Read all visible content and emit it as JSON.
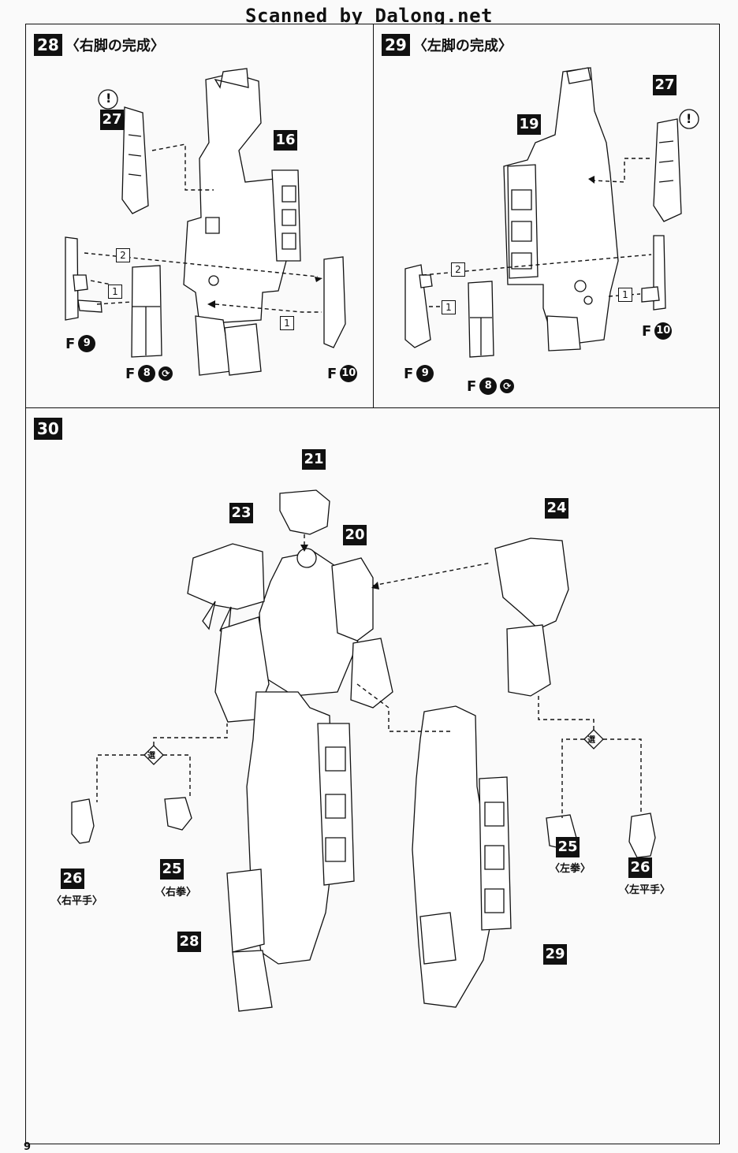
{
  "scan_credit": "Scanned by Dalong.net",
  "page_number": "9",
  "step28": {
    "number": "28",
    "title": "〈右脚の完成〉",
    "parts": {
      "p27": "27",
      "p16": "16"
    },
    "box_nums": {
      "a": "2",
      "b": "1",
      "c": "1"
    },
    "runners": [
      {
        "letter": "F",
        "num": "9"
      },
      {
        "letter": "F",
        "num": "8"
      },
      {
        "letter": "F",
        "num": "10"
      }
    ],
    "caution": "!"
  },
  "step29": {
    "number": "29",
    "title": "〈左脚の完成〉",
    "parts": {
      "p19": "19",
      "p27": "27"
    },
    "box_nums": {
      "a": "2",
      "b": "1",
      "c": "1"
    },
    "runners": [
      {
        "letter": "F",
        "num": "9"
      },
      {
        "letter": "F",
        "num": "8"
      },
      {
        "letter": "F",
        "num": "10"
      }
    ],
    "caution": "!"
  },
  "step30": {
    "number": "30",
    "parts": {
      "p21": "21",
      "p23": "23",
      "p20": "20",
      "p24": "24",
      "p26r": "26",
      "p25r": "25",
      "p25l": "25",
      "p26l": "26",
      "p28": "28",
      "p29": "29"
    },
    "labels": {
      "right_open": "〈右平手〉",
      "right_fist": "〈右拳〉",
      "left_fist": "〈左拳〉",
      "left_open": "〈左平手〉"
    },
    "choice_mark": "選"
  }
}
